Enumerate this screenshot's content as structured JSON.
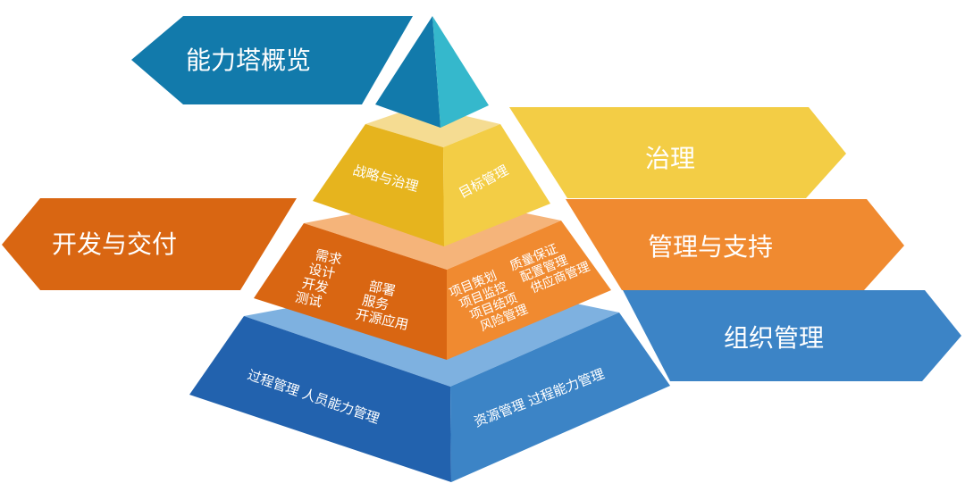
{
  "title": "能力塔概览",
  "colors": {
    "title_banner": "#127aab",
    "apex_left": "#127aab",
    "apex_right": "#35b8cc",
    "yellow_top": "#f5dc92",
    "yellow_left": "#e6b41e",
    "yellow_right": "#f3cd45",
    "orange_top": "#f5b47a",
    "orange_left": "#d96612",
    "orange_right": "#f08a30",
    "blue_top": "#7eb1e0",
    "blue_left": "#2262ae",
    "blue_right": "#3c84c6",
    "banner_governance": "#f3cd45",
    "banner_management": "#f08a30",
    "banner_org": "#3c84c6",
    "banner_dev": "#d96612"
  },
  "banners": {
    "overview": "能力塔概览",
    "dev_delivery": "开发与交付",
    "governance": "治理",
    "management_support": "管理与支持",
    "org_management": "组织管理"
  },
  "tiers": {
    "governance": {
      "left": "战略与治理",
      "right": "目标管理"
    },
    "dev_management": {
      "left_col1": [
        "需求",
        "设计",
        "开发",
        "测试"
      ],
      "left_col2": [
        "部署",
        "服务",
        "开源应用"
      ],
      "right_col1": [
        "项目策划",
        "项目监控",
        "项目结项",
        "风险管理"
      ],
      "right_col2": [
        "质量保证",
        "配置管理",
        "供应商管理"
      ]
    },
    "organization": {
      "left": "过程管理  人员能力管理",
      "right": "资源管理  过程能力管理"
    }
  }
}
